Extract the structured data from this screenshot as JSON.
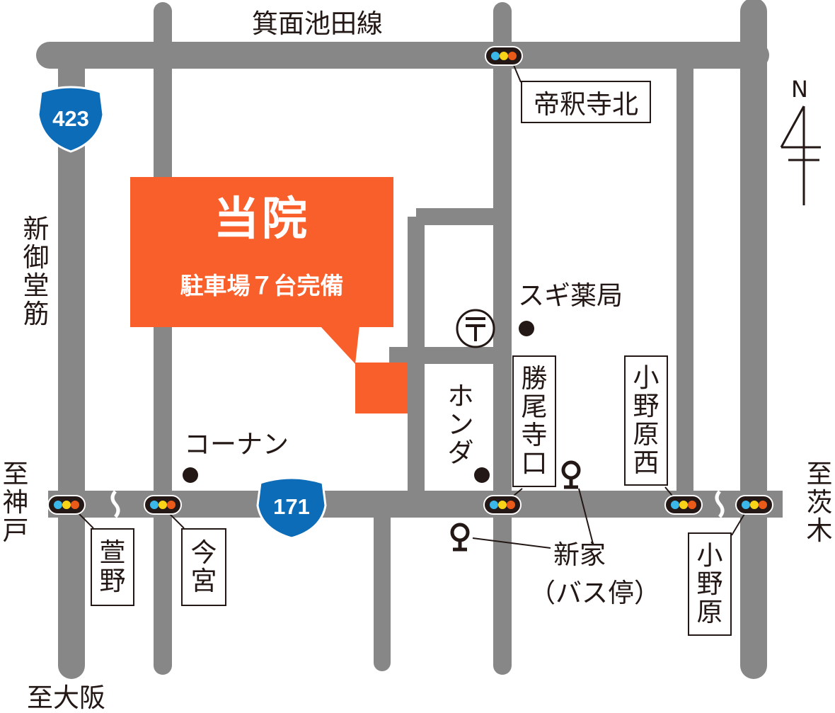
{
  "clinic": {
    "title": "当院",
    "subtitle": "駐車場７台完備",
    "color": "#f95f2b"
  },
  "roads": {
    "top": "箕面池田線",
    "left_vertical": "新御堂筋",
    "route_423": "423",
    "route_171": "171"
  },
  "directions": {
    "north": "N",
    "west": "至神戸",
    "east": "至茨木",
    "south": "至大阪"
  },
  "landmarks": {
    "sugi": "スギ薬局",
    "honda": "ホンダ",
    "konan": "コーナン",
    "post_office_icon": "post-office-icon",
    "bus_stop": "新家",
    "bus_stop_note": "（バス停）"
  },
  "intersections": {
    "taishakujikita": "帝釈寺北",
    "katsuoji": "勝尾寺口",
    "onoharanishi": "小野原西",
    "kayano": "萱野",
    "imamiya": "今宮",
    "onohara": "小野原"
  },
  "colors": {
    "road": "#878787",
    "route_shield": "#0d6cb8",
    "signal_blue": "#3ab6e9",
    "signal_yellow": "#f7d418",
    "signal_red": "#ea5b1a"
  }
}
